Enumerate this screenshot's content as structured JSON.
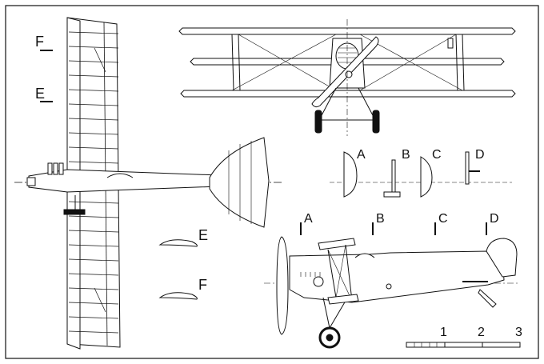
{
  "drawing": {
    "labels": {
      "F_plan": "F",
      "E_plan": "E",
      "A": "A",
      "B": "B",
      "C": "C",
      "D": "D",
      "E_profile": "E",
      "F_profile": "F",
      "IA": "A",
      "IB": "B",
      "IC": "C",
      "ID": "D"
    },
    "scale": {
      "ticks": [
        "1",
        "2",
        "3"
      ]
    }
  }
}
